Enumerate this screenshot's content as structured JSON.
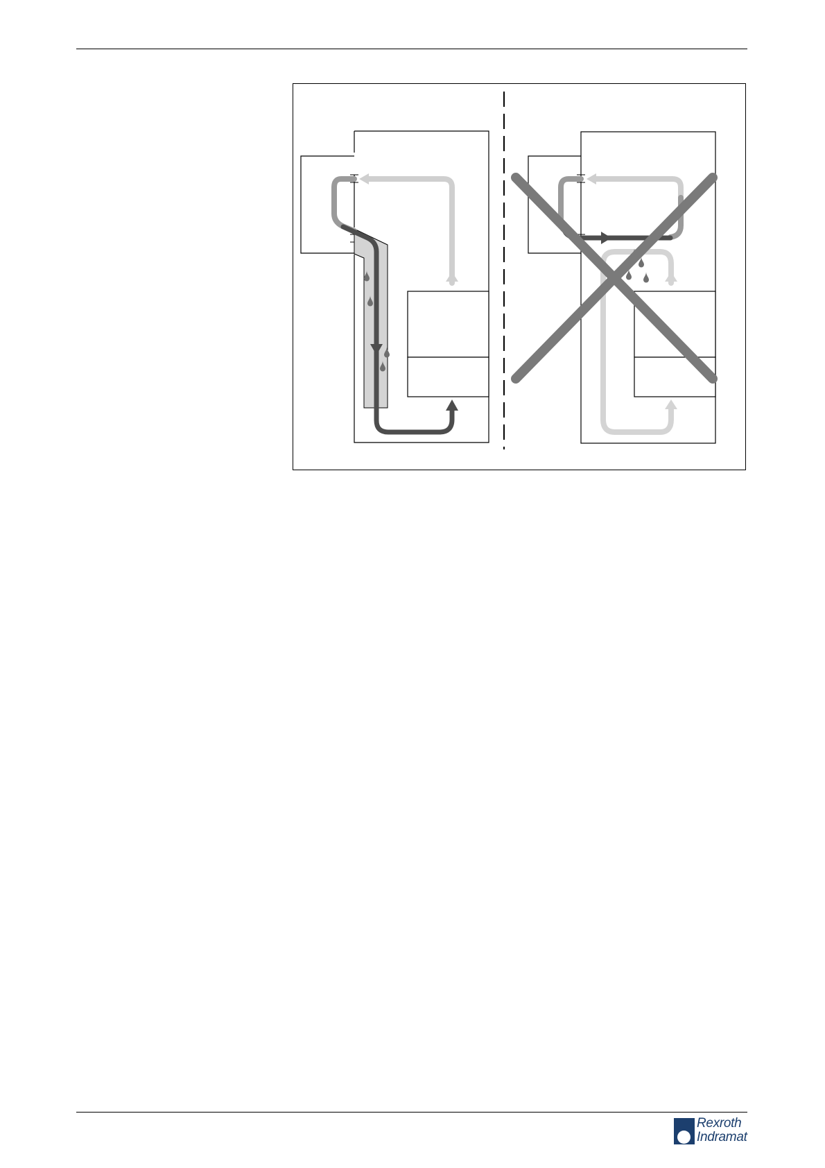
{
  "page": {
    "figure_name": "cabinet-airflow-comparison"
  },
  "colors": {
    "dark_flow": "#4d4d4d",
    "medium_flow": "#9a9a9a",
    "light_flow": "#cfcfcf",
    "duct_fill": "#d4d4d4",
    "cross": "#7a7a7a"
  },
  "logo": {
    "line1": "Rexroth",
    "line2": "Indramat",
    "color": "#1c3f6e"
  }
}
